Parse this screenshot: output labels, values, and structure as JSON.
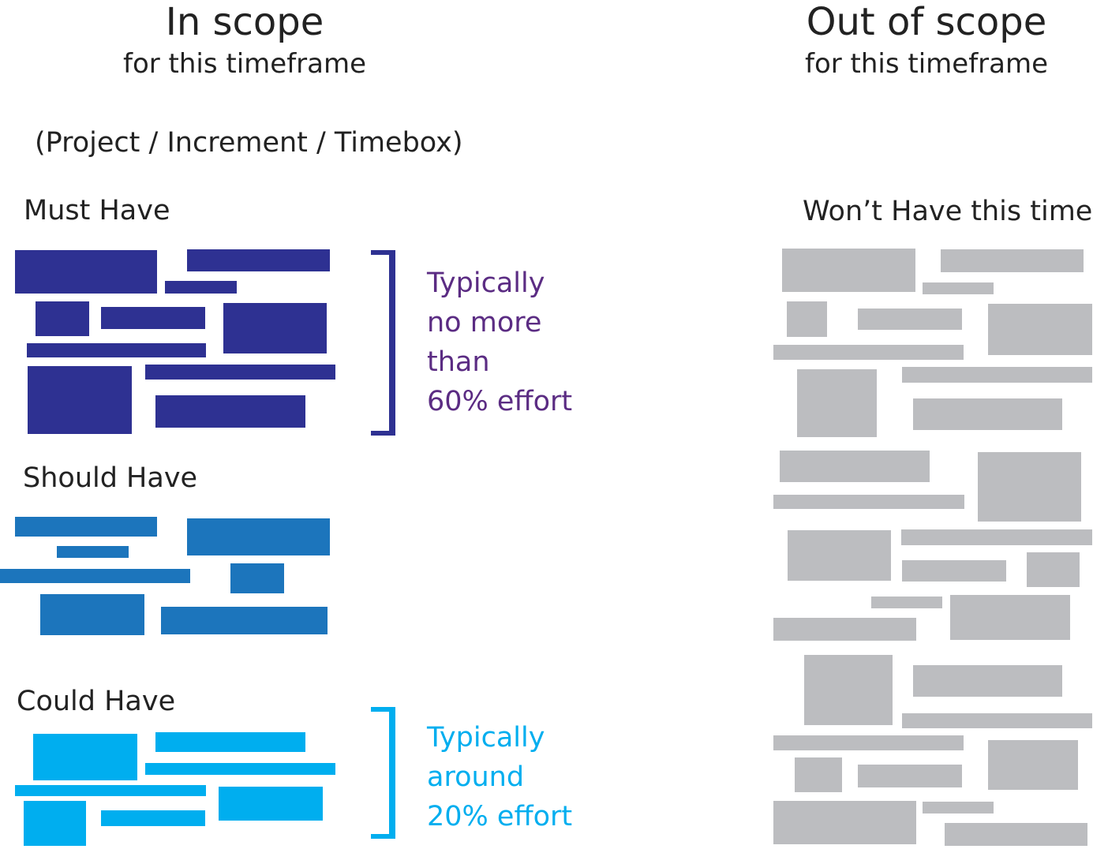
{
  "in_scope": {
    "title": "In scope",
    "subtitle": "for this timeframe",
    "scope_note": "(Project / Increment / Timebox)"
  },
  "out_of_scope": {
    "title": "Out of scope",
    "subtitle": "for this timeframe"
  },
  "groups": {
    "must": {
      "label": "Must Have",
      "color": "#2E3192",
      "note_color": "#5B2C83",
      "note_lines": [
        "Typically",
        "no more",
        "than",
        "60% effort"
      ]
    },
    "should": {
      "label": "Should Have",
      "color": "#1C75BC"
    },
    "could": {
      "label": "Could Have",
      "color": "#00AEEF",
      "note_color": "#00AEEF",
      "note_lines": [
        "Typically",
        "around",
        "20% effort"
      ]
    },
    "wont": {
      "label": "Won’t Have this time",
      "color": "#BCBDC0"
    }
  }
}
